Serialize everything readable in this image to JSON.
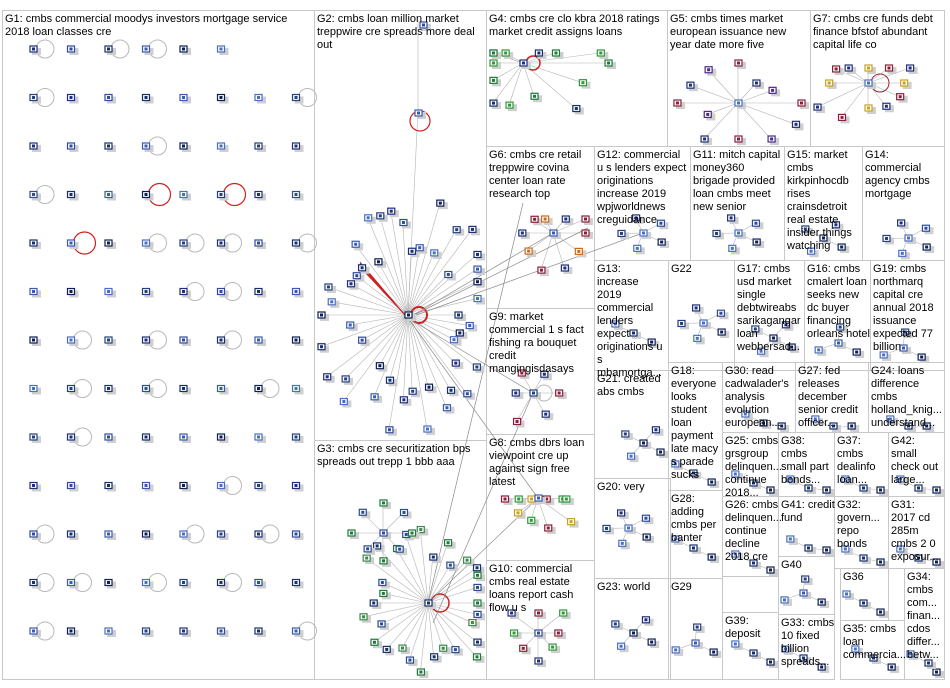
{
  "title": "",
  "groups": [
    {
      "id": "G1",
      "label": [
        "G1: cmbs commercial moodys investors mortgage service",
        "2018 loan classes cre"
      ]
    },
    {
      "id": "G2",
      "label": [
        "G2: cmbs loan million market",
        "treppwire cre spreads more deal",
        "out"
      ]
    },
    {
      "id": "G3",
      "label": [
        "G3: cmbs cre securitization bps",
        "spreads out trepp 1 bbb aaa"
      ]
    },
    {
      "id": "G4",
      "label": [
        "G4: cmbs cre clo kbra 2018 ratings",
        "market credit assigns loans"
      ]
    },
    {
      "id": "G5",
      "label": [
        "G5: cmbs times market",
        "european issuance new",
        "year date more five"
      ]
    },
    {
      "id": "G6",
      "label": [
        "G6: cmbs cre retail",
        "treppwire covina",
        "center loan rate",
        "research top"
      ]
    },
    {
      "id": "G7",
      "label": [
        "G7: cmbs cre funds debt",
        "finance bfstof abundant",
        "capital life co"
      ]
    },
    {
      "id": "G8",
      "label": [
        "G8: cmbs dbrs loan",
        "viewpoint cre up",
        "against sign free",
        "latest"
      ]
    },
    {
      "id": "G9",
      "label": [
        "G9: market",
        "commercial 1 s fact",
        "fishing ra bouquet",
        "credit",
        "mangingisdasays"
      ]
    },
    {
      "id": "G10",
      "label": [
        "G10: commercial",
        "cmbs real estate",
        "loans report cash",
        "flow u s"
      ]
    },
    {
      "id": "G11",
      "label": [
        "G11: mitch capital",
        "money360",
        "brigade provided",
        "loan cmbs meet",
        "new senior"
      ]
    },
    {
      "id": "G12",
      "label": [
        "G12: commercial",
        "u s lenders expect",
        "originations",
        "increase 2019",
        "wpjworldnews",
        "creguidance"
      ]
    },
    {
      "id": "G13",
      "label": [
        "G13:",
        "increase",
        "2019",
        "commercial",
        "lenders",
        "expect",
        "originations u",
        "s",
        "mbamortga..."
      ]
    },
    {
      "id": "G14",
      "label": [
        "G14:",
        "commercial",
        "agency cmbs",
        "mortgage"
      ]
    },
    {
      "id": "G15",
      "label": [
        "G15: market",
        "cmbs",
        "kirkpinhocdb",
        "rises",
        "crainsdetroit",
        "real estate",
        "insider things",
        "watching"
      ]
    },
    {
      "id": "G16",
      "label": [
        "G16: cmbs",
        "cmalert loan",
        "seeks new",
        "dc buyer",
        "financing",
        "orleans hotel"
      ]
    },
    {
      "id": "G17",
      "label": [
        "G17: cmbs",
        "usd market",
        "single",
        "debtwireabs",
        "sarikagangar",
        "loan",
        "webbersad..."
      ]
    },
    {
      "id": "G18",
      "label": [
        "G18:",
        "everyone",
        "looks",
        "student",
        "loan",
        "payment",
        "late macy",
        "s parade",
        "sucks"
      ]
    },
    {
      "id": "G19",
      "label": [
        "G19: cmbs",
        "northmarq",
        "capital cre",
        "annual 2018",
        "issuance",
        "expected 77",
        "billion"
      ]
    },
    {
      "id": "G20",
      "label": [
        "G20: very"
      ]
    },
    {
      "id": "G21",
      "label": [
        "G21: created",
        "abs cmbs"
      ]
    },
    {
      "id": "G22",
      "label": [
        "G22"
      ]
    },
    {
      "id": "G23",
      "label": [
        "G23: world"
      ]
    },
    {
      "id": "G24",
      "label": [
        "G24: loans",
        "difference",
        "cmbs",
        "holland_knig...",
        "understand..."
      ]
    },
    {
      "id": "G25",
      "label": [
        "G25: cmbs",
        "grsgroup",
        "delinquen...",
        "continue",
        "2018..."
      ]
    },
    {
      "id": "G26",
      "label": [
        "G26: cmbs",
        "delinquen...",
        "continue",
        "decline",
        "2018 cre"
      ]
    },
    {
      "id": "G27",
      "label": [
        "G27: fed",
        "releases",
        "december",
        "senior credit",
        "officer..."
      ]
    },
    {
      "id": "G28",
      "label": [
        "G28:",
        "adding",
        "cmbs per",
        "banter"
      ]
    },
    {
      "id": "G29",
      "label": [
        "G29"
      ]
    },
    {
      "id": "G30",
      "label": [
        "G30: read",
        "cadwalader's",
        "analysis",
        "evolution",
        "european..."
      ]
    },
    {
      "id": "G31",
      "label": [
        "G31:",
        "2017 cd",
        "285m",
        "cmbs 2 0",
        "exposur..."
      ]
    },
    {
      "id": "G32",
      "label": [
        "G32:",
        "govern...",
        "repo",
        "bonds"
      ]
    },
    {
      "id": "G33",
      "label": [
        "G33: cmbs",
        "10 fixed",
        "billion",
        "spreads..."
      ]
    },
    {
      "id": "G34",
      "label": [
        "G34:",
        "cmbs",
        "com...",
        "finan...",
        "cdos",
        "differ...",
        "betw..."
      ]
    },
    {
      "id": "G35",
      "label": [
        "G35: cmbs",
        "loan",
        "commercia..."
      ]
    },
    {
      "id": "G36",
      "label": [
        "G36"
      ]
    },
    {
      "id": "G37",
      "label": [
        "G37:",
        "cmbs",
        "dealinfo",
        "loan..."
      ]
    },
    {
      "id": "G38",
      "label": [
        "G38:",
        "cmbs",
        "small part",
        "bonds..."
      ]
    },
    {
      "id": "G39",
      "label": [
        "G39:",
        "deposit"
      ]
    },
    {
      "id": "G40",
      "label": [
        "G40"
      ]
    },
    {
      "id": "G41",
      "label": [
        "G41: credit",
        "fund"
      ]
    },
    {
      "id": "G42",
      "label": [
        "G42:",
        "small",
        "check out",
        "large..."
      ]
    }
  ],
  "colors": {
    "box_border": "#c8c8c8",
    "edge": "#b4b4b4",
    "edge_strong": "#8a8a8a",
    "selfloop": "#b8b8b8",
    "highlight": "#cc2222",
    "shadow": "#cfcfcf",
    "node_palette": [
      "#1f2f7a",
      "#2f4b9c",
      "#16306b",
      "#3b5bb0",
      "#0d1f55",
      "#4a6fc2",
      "#23407f"
    ]
  }
}
